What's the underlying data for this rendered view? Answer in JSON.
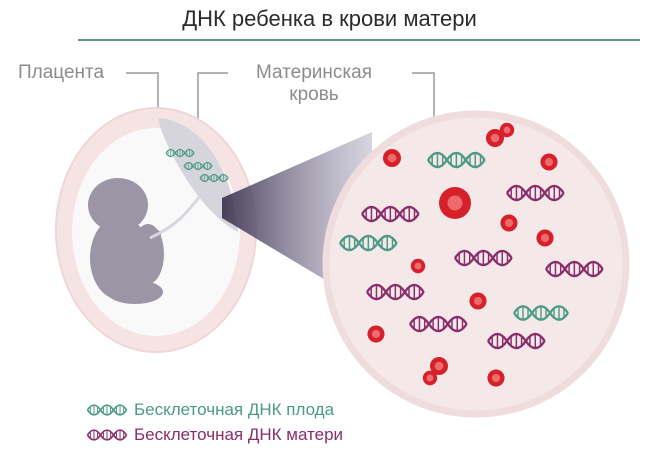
{
  "title": "ДНК ребенка в крови матери",
  "labels": {
    "placenta": "Плацента",
    "maternal_blood_line1": "Материнская",
    "maternal_blood_line2": "кровь"
  },
  "legend": {
    "fetal": "Бесклеточная ДНК плода",
    "maternal": "Бесклеточная ДНК матери"
  },
  "colors": {
    "fetal_dna": "#4a9a86",
    "maternal_dna": "#8a2d6b",
    "red_cell": "#d7212a",
    "uterus_ring": "#f3dede",
    "fetus": "#9a93a3",
    "accent_rule": "#5b9a8a"
  },
  "icons": [
    "dna-helix-icon",
    "red-blood-cell-icon",
    "fetus-silhouette-icon"
  ]
}
